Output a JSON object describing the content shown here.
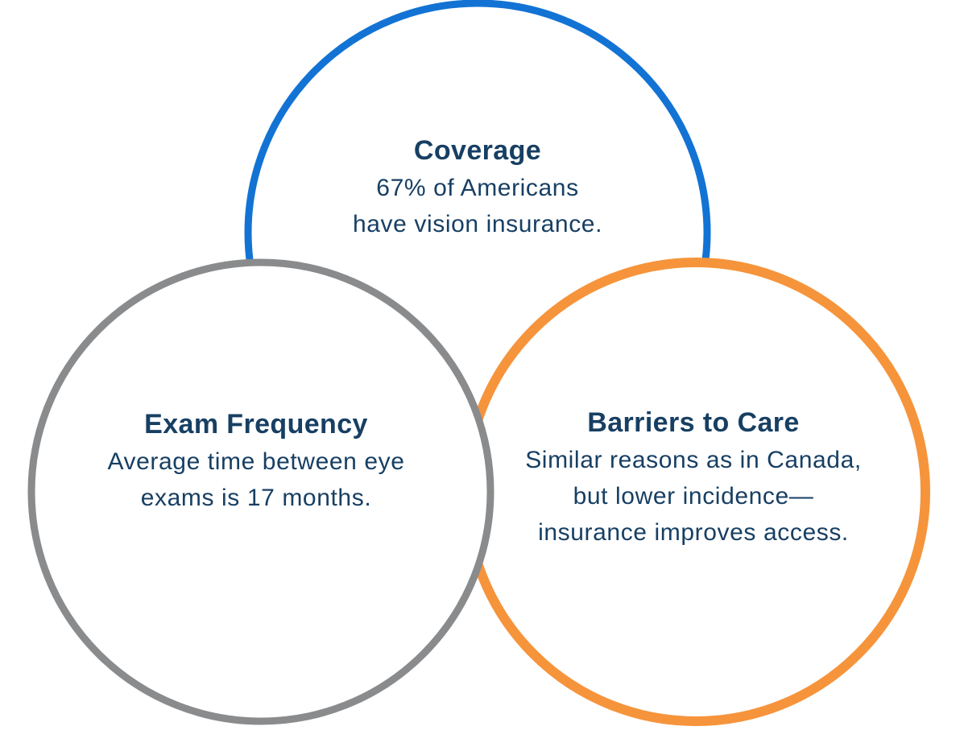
{
  "diagram": {
    "type": "venn",
    "background_color": "#ffffff",
    "text_color": "#173F63",
    "circles": [
      {
        "id": "coverage",
        "position": "top",
        "color": "#1273D4",
        "title": "Coverage",
        "lines": [
          "67% of Americans",
          "have vision insurance."
        ]
      },
      {
        "id": "exam-frequency",
        "position": "bottom-left",
        "color": "#898B8D",
        "title": "Exam Frequency",
        "lines": [
          "Average time between eye",
          "exams is 17 months."
        ]
      },
      {
        "id": "barriers-to-care",
        "position": "bottom-right",
        "color": "#F6943C",
        "title": "Barriers to Care",
        "lines": [
          "Similar reasons as in Canada,",
          "but lower incidence—",
          "insurance improves access."
        ]
      }
    ]
  }
}
